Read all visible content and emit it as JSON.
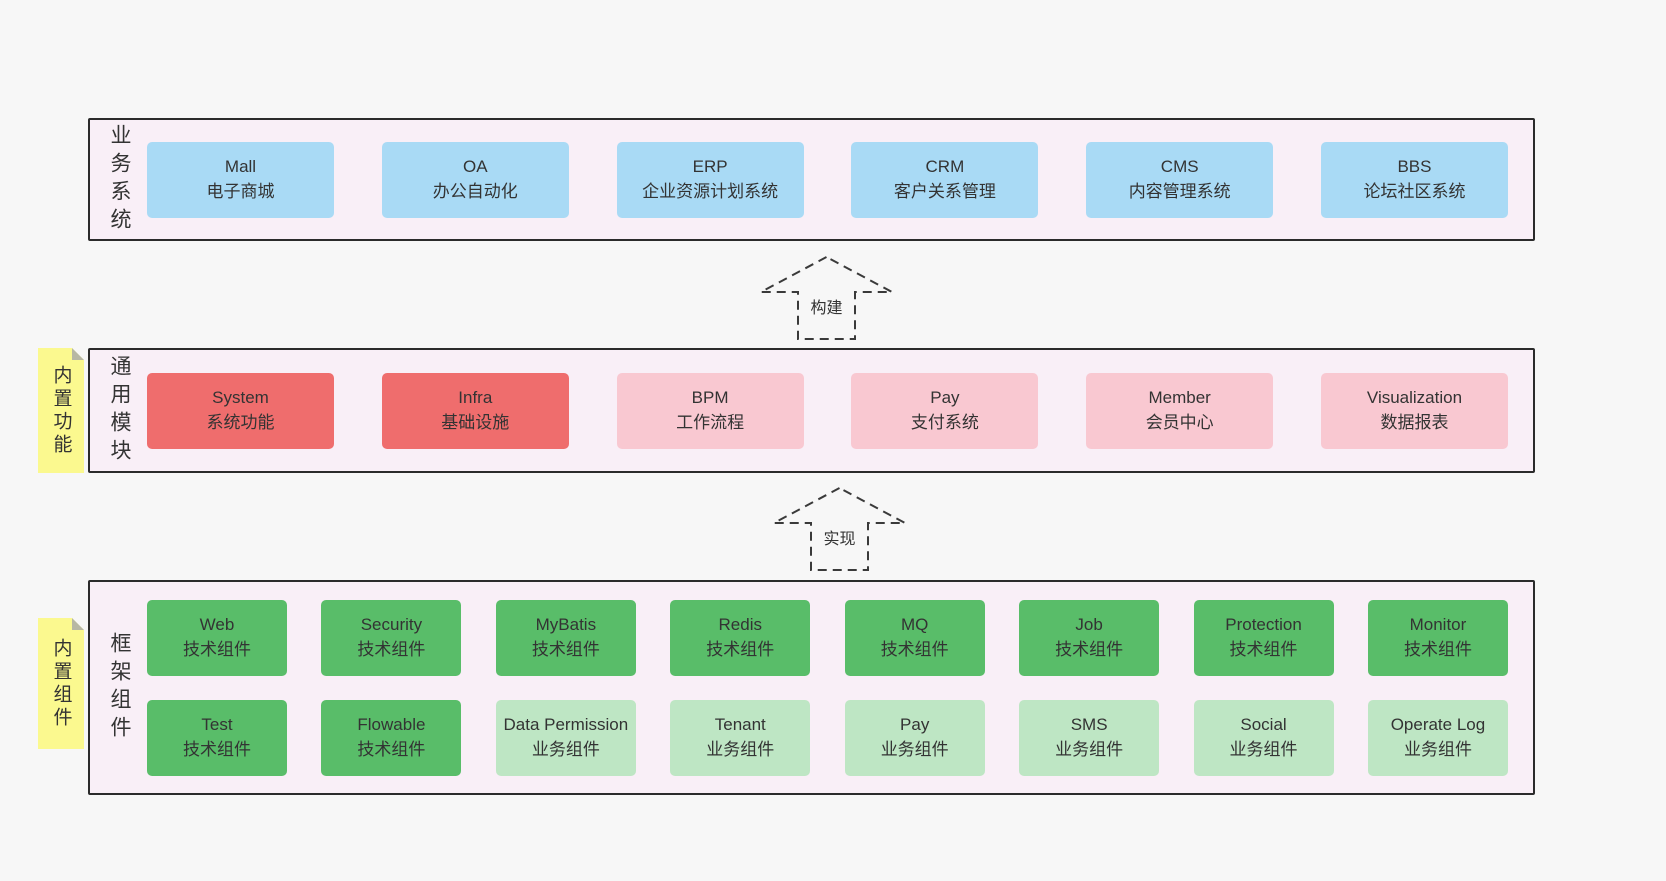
{
  "arrows": [
    {
      "id": "build",
      "label": "构建"
    },
    {
      "id": "implement",
      "label": "实现"
    }
  ],
  "notes": [
    {
      "id": "builtin-features",
      "label": "内置功能"
    },
    {
      "id": "builtin-components",
      "label": "内置组件"
    }
  ],
  "layers": [
    {
      "id": "business-systems",
      "side_label": "业务系统",
      "rows": [
        [
          {
            "title": "Mall",
            "subtitle": "电子商城",
            "variant": "blue"
          },
          {
            "title": "OA",
            "subtitle": "办公自动化",
            "variant": "blue"
          },
          {
            "title": "ERP",
            "subtitle": "企业资源计划系统",
            "variant": "blue"
          },
          {
            "title": "CRM",
            "subtitle": "客户关系管理",
            "variant": "blue"
          },
          {
            "title": "CMS",
            "subtitle": "内容管理系统",
            "variant": "blue"
          },
          {
            "title": "BBS",
            "subtitle": "论坛社区系统",
            "variant": "blue"
          }
        ]
      ]
    },
    {
      "id": "common-modules",
      "side_label": "通用模块",
      "rows": [
        [
          {
            "title": "System",
            "subtitle": "系统功能",
            "variant": "red"
          },
          {
            "title": "Infra",
            "subtitle": "基础设施",
            "variant": "red"
          },
          {
            "title": "BPM",
            "subtitle": "工作流程",
            "variant": "pink"
          },
          {
            "title": "Pay",
            "subtitle": "支付系统",
            "variant": "pink"
          },
          {
            "title": "Member",
            "subtitle": "会员中心",
            "variant": "pink"
          },
          {
            "title": "Visualization",
            "subtitle": "数据报表",
            "variant": "pink"
          }
        ]
      ]
    },
    {
      "id": "framework-components",
      "side_label": "框架组件",
      "rows": [
        [
          {
            "title": "Web",
            "subtitle": "技术组件",
            "variant": "green"
          },
          {
            "title": "Security",
            "subtitle": "技术组件",
            "variant": "green"
          },
          {
            "title": "MyBatis",
            "subtitle": "技术组件",
            "variant": "green"
          },
          {
            "title": "Redis",
            "subtitle": "技术组件",
            "variant": "green"
          },
          {
            "title": "MQ",
            "subtitle": "技术组件",
            "variant": "green"
          },
          {
            "title": "Job",
            "subtitle": "技术组件",
            "variant": "green"
          },
          {
            "title": "Protection",
            "subtitle": "技术组件",
            "variant": "green"
          },
          {
            "title": "Monitor",
            "subtitle": "技术组件",
            "variant": "green"
          }
        ],
        [
          {
            "title": "Test",
            "subtitle": "技术组件",
            "variant": "green"
          },
          {
            "title": "Flowable",
            "subtitle": "技术组件",
            "variant": "green"
          },
          {
            "title": "Data Permission",
            "subtitle": "业务组件",
            "variant": "lightgreen"
          },
          {
            "title": "Tenant",
            "subtitle": "业务组件",
            "variant": "lightgreen"
          },
          {
            "title": "Pay",
            "subtitle": "业务组件",
            "variant": "lightgreen"
          },
          {
            "title": "SMS",
            "subtitle": "业务组件",
            "variant": "lightgreen"
          },
          {
            "title": "Social",
            "subtitle": "业务组件",
            "variant": "lightgreen"
          },
          {
            "title": "Operate Log",
            "subtitle": "业务组件",
            "variant": "lightgreen"
          }
        ]
      ]
    }
  ],
  "colors": {
    "blue": "#a9daf5",
    "red": "#ef6d6d",
    "pink": "#f9c8d1",
    "green": "#59bd69",
    "lightgreen": "#bee6c4",
    "container_bg": "#f9eff7",
    "note_bg": "#fbf98f",
    "border": "#2b2b2b"
  }
}
